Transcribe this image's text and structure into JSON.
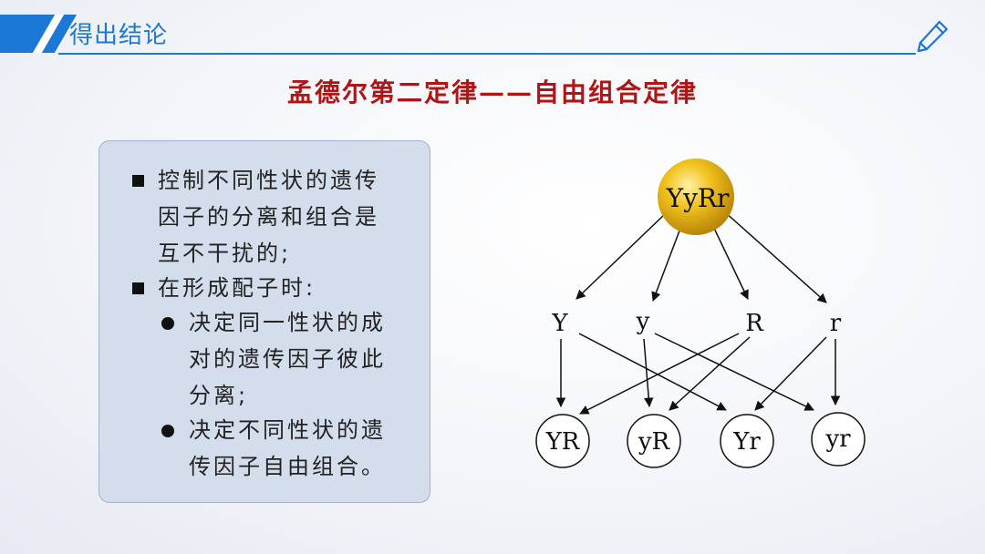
{
  "header": {
    "title": "得出结论"
  },
  "main_title": "孟德尔第二定律——自由组合定律",
  "text_box": {
    "bullet1_lines": [
      "控制不同性状的遗传",
      "因子的分离和组合是",
      "互不干扰的;"
    ],
    "bullet2": "在形成配子时:",
    "sub1_lines": [
      "决定同一性状的成",
      "对的遗传因子彼此",
      "分离;"
    ],
    "sub2_lines": [
      "决定不同性状的遗",
      "传因子自由组合。"
    ]
  },
  "diagram": {
    "parent": "YyRr",
    "factors": [
      "Y",
      "y",
      "R",
      "r"
    ],
    "gametes": [
      "YR",
      "yR",
      "Yr",
      "yr"
    ]
  },
  "colors": {
    "accent": "#1b78d6",
    "title_red": "#b01515",
    "ball_gold": "#e6b410"
  }
}
